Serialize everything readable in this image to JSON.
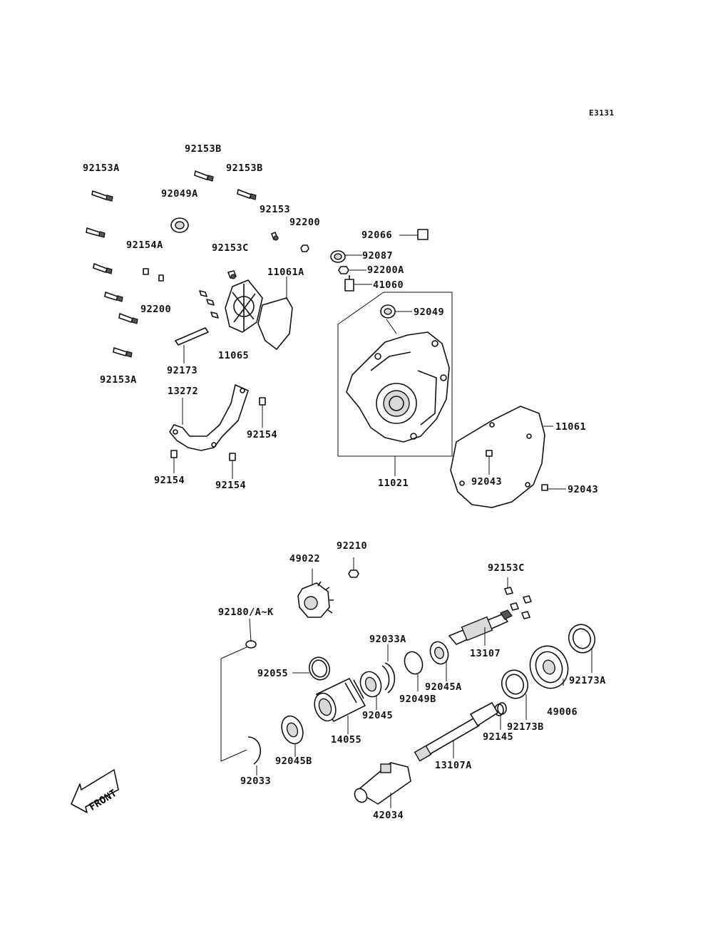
{
  "diagram": {
    "code": "E3131",
    "front_label": "FRONT",
    "labels": [
      {
        "id": "92153B-top",
        "text": "92153B"
      },
      {
        "id": "92153A-top",
        "text": "92153A"
      },
      {
        "id": "92153B-right",
        "text": "92153B"
      },
      {
        "id": "92049A",
        "text": "92049A"
      },
      {
        "id": "92153",
        "text": "92153"
      },
      {
        "id": "92200-top",
        "text": "92200"
      },
      {
        "id": "92066",
        "text": "92066"
      },
      {
        "id": "92154A",
        "text": "92154A"
      },
      {
        "id": "92153C-top",
        "text": "92153C"
      },
      {
        "id": "92087",
        "text": "92087"
      },
      {
        "id": "11061A",
        "text": "11061A"
      },
      {
        "id": "92200A",
        "text": "92200A"
      },
      {
        "id": "41060",
        "text": "41060"
      },
      {
        "id": "92200-left",
        "text": "92200"
      },
      {
        "id": "92049",
        "text": "92049"
      },
      {
        "id": "11065",
        "text": "11065"
      },
      {
        "id": "92173",
        "text": "92173"
      },
      {
        "id": "92153A-bottom",
        "text": "92153A"
      },
      {
        "id": "13272",
        "text": "13272"
      },
      {
        "id": "92154-right",
        "text": "92154"
      },
      {
        "id": "11061",
        "text": "11061"
      },
      {
        "id": "92154-left",
        "text": "92154"
      },
      {
        "id": "92154-bottom",
        "text": "92154"
      },
      {
        "id": "92043-inner",
        "text": "92043"
      },
      {
        "id": "11021",
        "text": "11021"
      },
      {
        "id": "92043-outer",
        "text": "92043"
      },
      {
        "id": "92210",
        "text": "92210"
      },
      {
        "id": "49022",
        "text": "49022"
      },
      {
        "id": "92153C-bottom",
        "text": "92153C"
      },
      {
        "id": "92180",
        "text": "92180/A~K"
      },
      {
        "id": "92033A",
        "text": "92033A"
      },
      {
        "id": "13107",
        "text": "13107"
      },
      {
        "id": "92055",
        "text": "92055"
      },
      {
        "id": "92173A",
        "text": "92173A"
      },
      {
        "id": "92045A",
        "text": "92045A"
      },
      {
        "id": "92049B",
        "text": "92049B"
      },
      {
        "id": "92045",
        "text": "92045"
      },
      {
        "id": "49006",
        "text": "49006"
      },
      {
        "id": "14055",
        "text": "14055"
      },
      {
        "id": "92173B",
        "text": "92173B"
      },
      {
        "id": "92145",
        "text": "92145"
      },
      {
        "id": "92045B",
        "text": "92045B"
      },
      {
        "id": "13107A",
        "text": "13107A"
      },
      {
        "id": "92033",
        "text": "92033"
      },
      {
        "id": "42034",
        "text": "42034"
      }
    ]
  }
}
